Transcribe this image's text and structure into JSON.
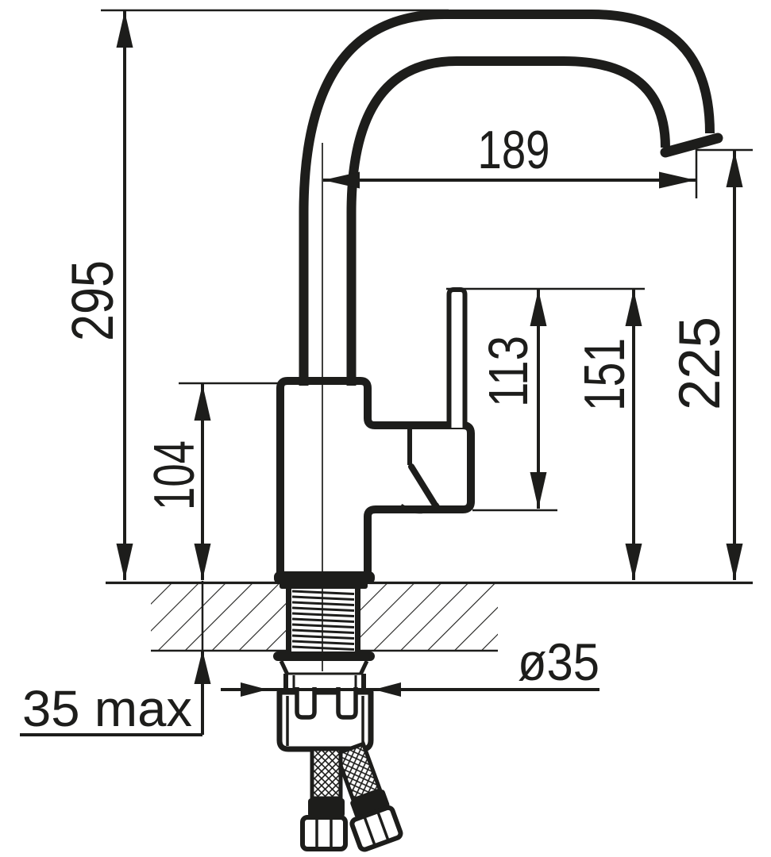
{
  "drawing": {
    "title": "faucet-installation-dimension-drawing",
    "line_color": "#1d1d1b",
    "background_color": "#ffffff",
    "dimensions": {
      "overall_height": "295",
      "spout_reach": "189",
      "base_height": "104",
      "handle_span": "113",
      "handle_height": "151",
      "outlet_height": "225",
      "hole_diameter": "ø35",
      "deck_thickness_max": "35 max"
    }
  }
}
